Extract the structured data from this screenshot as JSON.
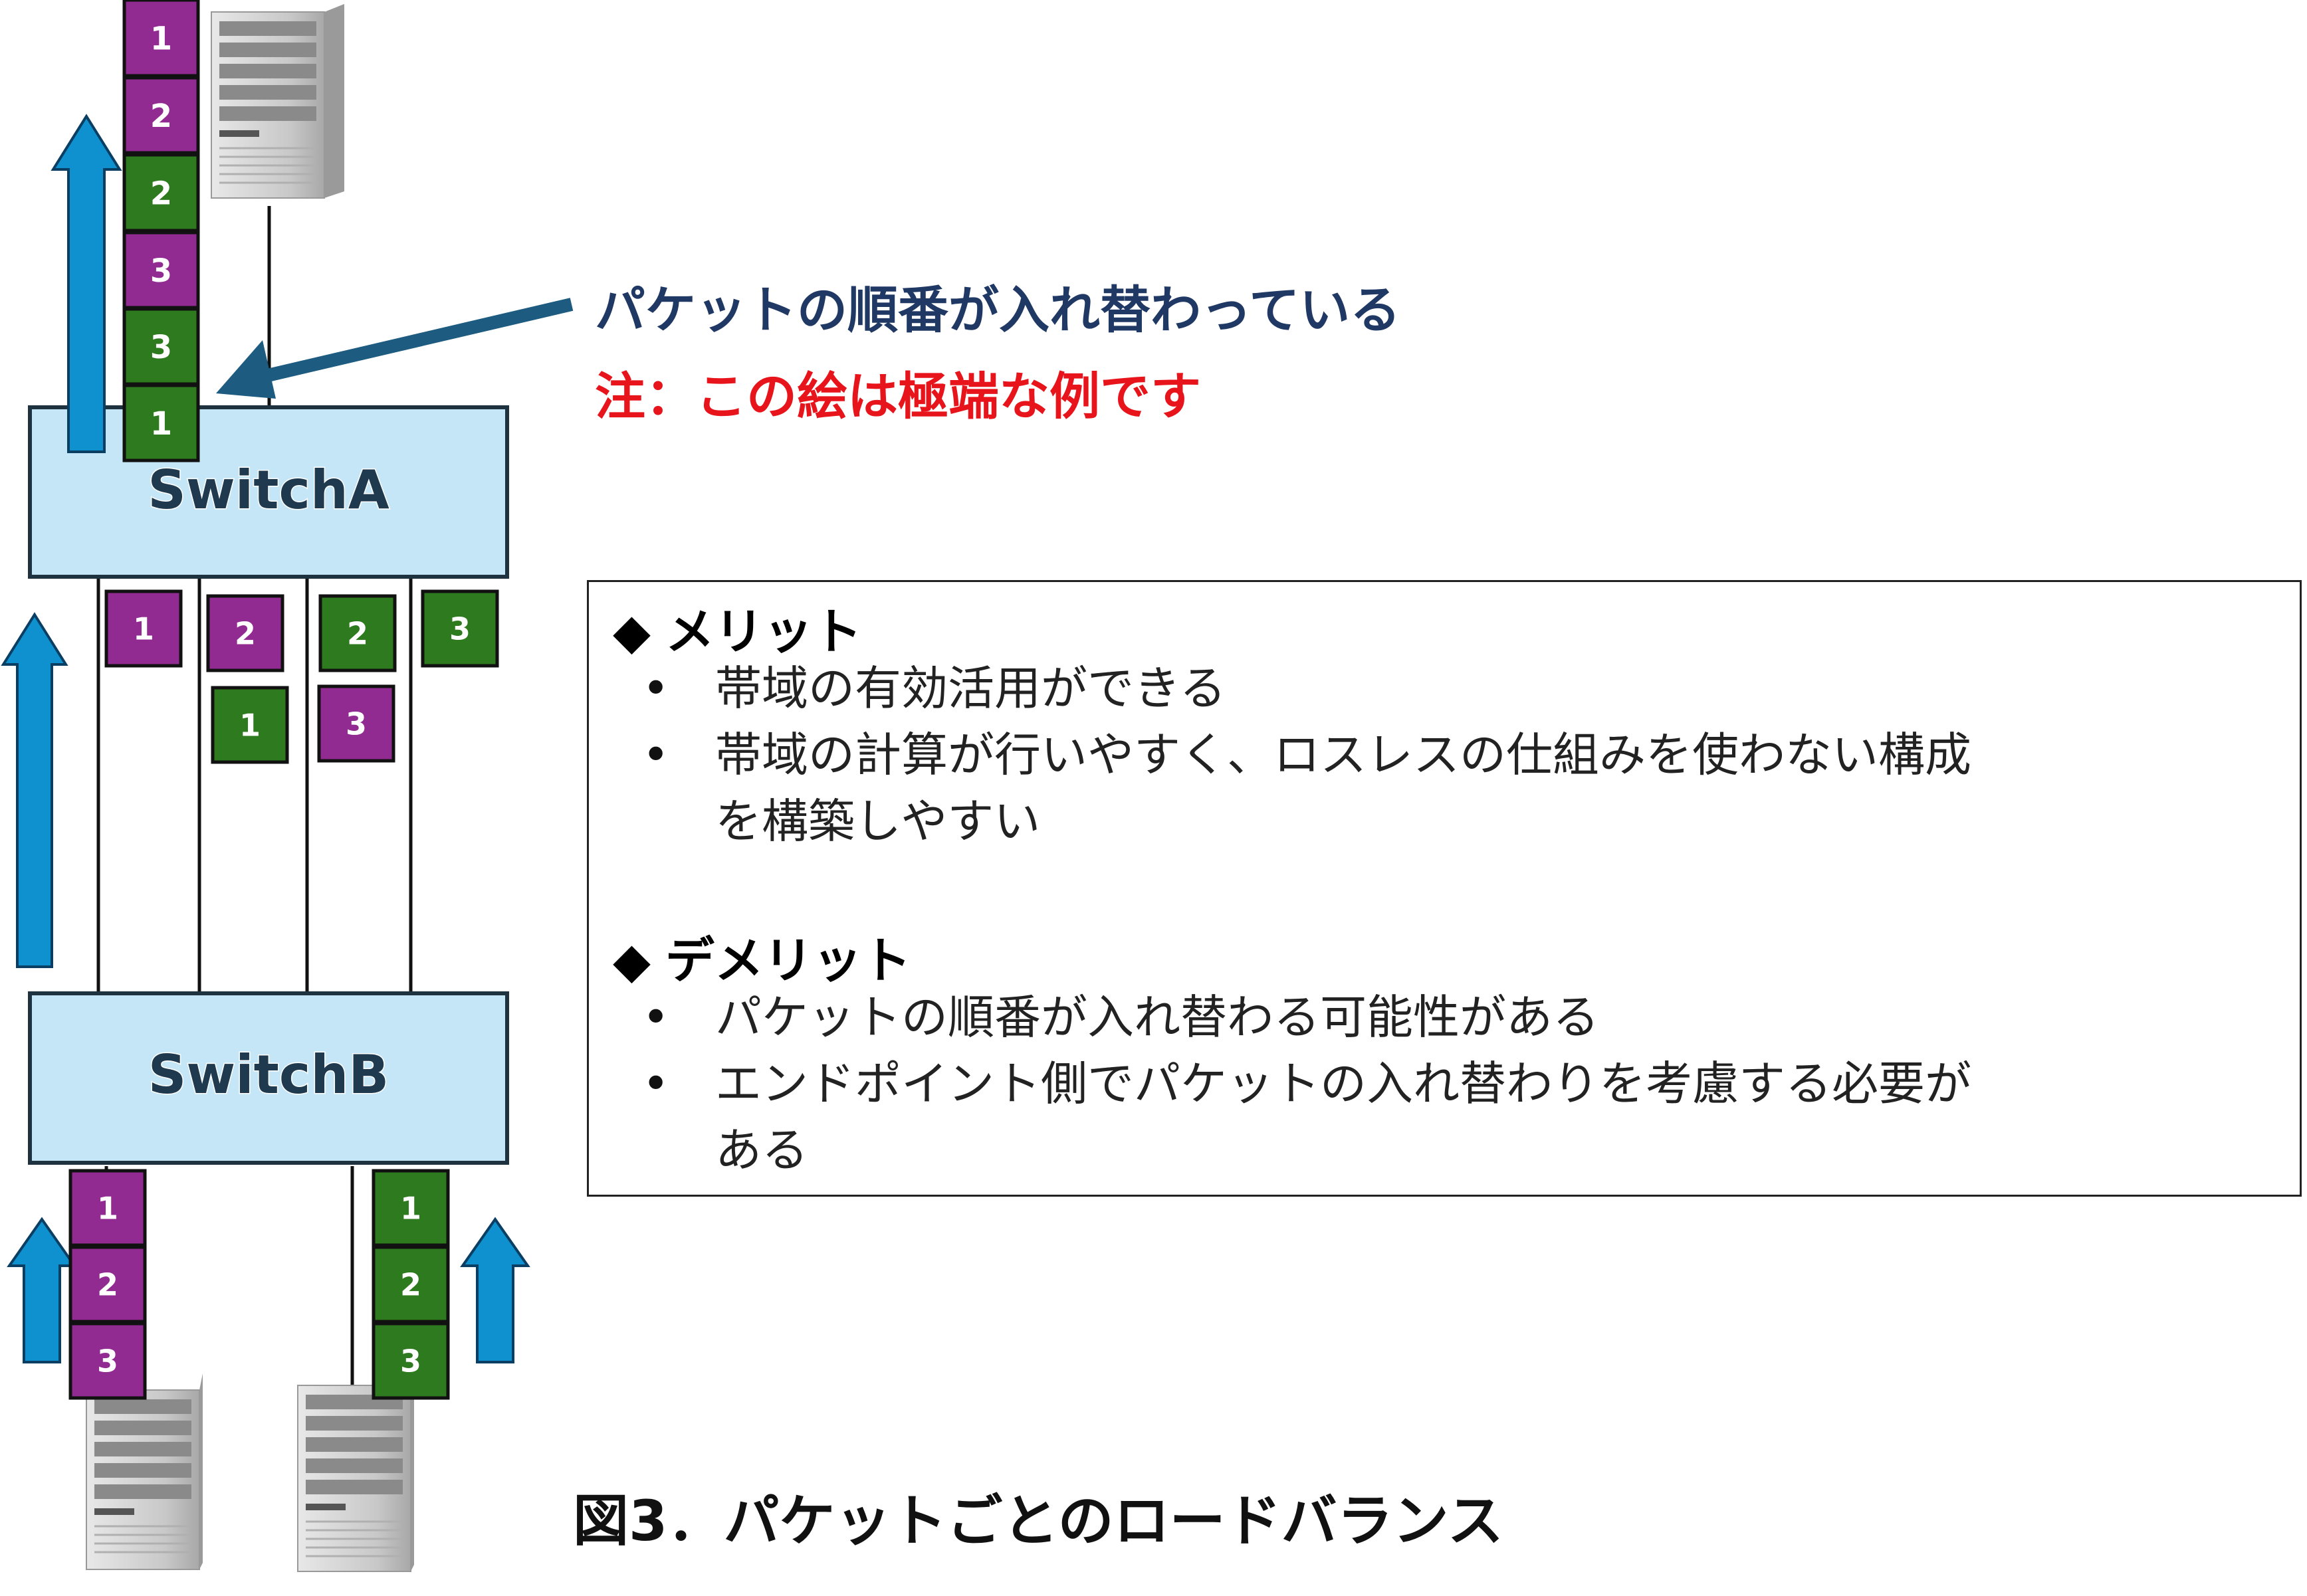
{
  "switches": {
    "a_label": "SwitchA",
    "b_label": "SwitchB"
  },
  "packets": {
    "output_stack": [
      "1",
      "2",
      "2",
      "3",
      "3",
      "1"
    ],
    "link1": [
      "1"
    ],
    "link2": [
      "2",
      "1"
    ],
    "link3": [
      "2",
      "3"
    ],
    "link4": [
      "3"
    ],
    "input_left": [
      "1",
      "2",
      "3"
    ],
    "input_right": [
      "1",
      "2",
      "3"
    ]
  },
  "notes": {
    "reorder": "パケットの順番が入れ替わっている",
    "caution": "注：この絵は極端な例です"
  },
  "merits": {
    "title": "メリット",
    "items": [
      "帯域の有効活用ができる",
      "帯域の計算が行いやすく、ロスレスの仕組みを使わない構成",
      "を構築しやすい"
    ]
  },
  "demerits": {
    "title": "デメリット",
    "items": [
      "パケットの順番が入れ替わる可能性がある",
      "エンドポイント側でパケットの入れ替わりを考慮する必要が",
      "ある"
    ]
  },
  "bullet_symbol": "◆",
  "caption": "図3．パケットごとのロードバランス",
  "colors": {
    "flow_a": "#922b91",
    "flow_b": "#2e7a1e",
    "switch_fill": "#c5e6f6",
    "arrow_blue": "#0f91cf",
    "pointer_arrow": "#1d5c80",
    "note_navy": "#1f3864",
    "note_red": "#e8141b"
  }
}
